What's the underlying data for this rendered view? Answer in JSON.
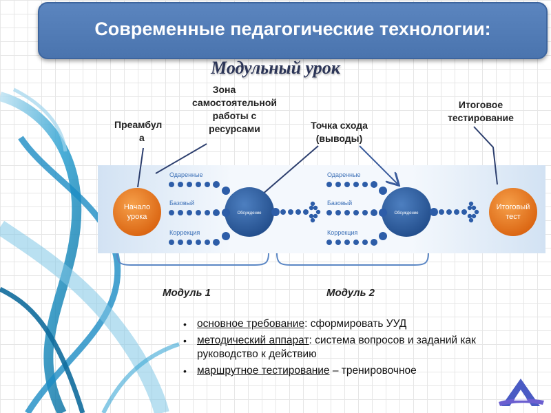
{
  "header": {
    "title": "Современные педагогические технологии:",
    "subtitle": "Модульный урок"
  },
  "callouts": {
    "preamble_l1": "Преамбул",
    "preamble_l2": "а",
    "zone_l1": "Зона",
    "zone_l2": "самостоятельной",
    "zone_l3": "работы с",
    "zone_l4": "ресурсами",
    "convergence_l1": "Точка схода",
    "convergence_l2": "(выводы)",
    "final_l1": "Итоговое",
    "final_l2": "тестирование"
  },
  "diagram": {
    "start_l1": "Начало",
    "start_l2": "урока",
    "end_l1": "Итоговый",
    "end_l2": "тест",
    "discussion": "Обсуждение",
    "rows": [
      "Одаренные",
      "Базовый",
      "Коррекция"
    ]
  },
  "modules": {
    "m1": "Модуль 1",
    "m2": "Модуль 2"
  },
  "bullets": [
    {
      "underlined": "основное требование",
      "rest": ": сформировать УУД"
    },
    {
      "underlined": "методический аппарат",
      "rest": ": система вопросов и заданий как руководство к действию"
    },
    {
      "underlined": "маршрутное тестирование",
      "rest": " – тренировочное"
    }
  ],
  "bullet_glyph": "•",
  "colors": {
    "banner": "#4f79b3",
    "orange_node": "#e8731c",
    "blue_node": "#2f5d9c",
    "dots": "#2d5da8"
  }
}
